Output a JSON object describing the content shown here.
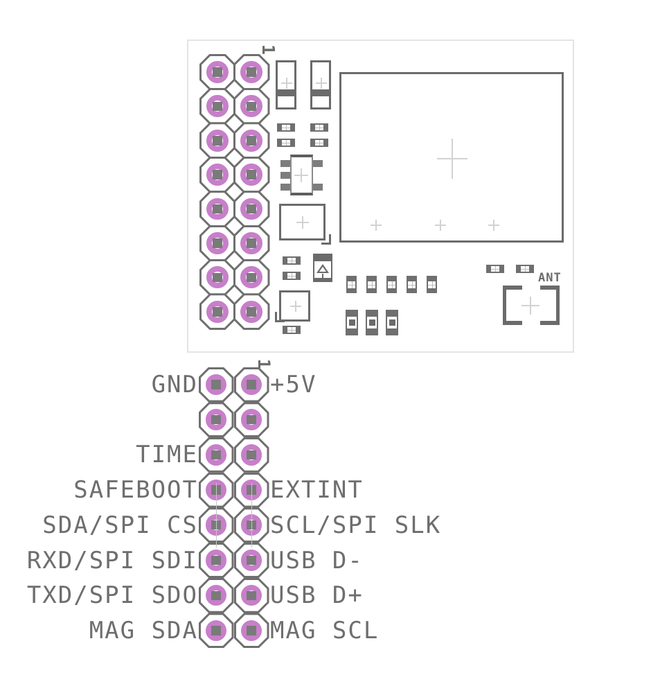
{
  "figure": {
    "description": "PCB footprint and pinout diagram of a 2x8 pin header breakout module"
  },
  "pcb": {
    "pin1_marker": "1",
    "ant_label": "ANT"
  },
  "pinout": {
    "pin1_marker": "1",
    "header": {
      "cols": 2,
      "rows": 8
    },
    "rows": [
      {
        "left": "GND",
        "right": "+5V"
      },
      {
        "left": "",
        "right": ""
      },
      {
        "left": "TIME",
        "right": ""
      },
      {
        "left": "SAFEBOOT",
        "right": "EXTINT"
      },
      {
        "left": "SDA/SPI CS",
        "right": "SCL/SPI SLK"
      },
      {
        "left": "RXD/SPI SDI",
        "right": "USB D-"
      },
      {
        "left": "TXD/SPI SDO",
        "right": "USB D+"
      },
      {
        "left": "MAG SDA",
        "right": "MAG SCL"
      }
    ]
  },
  "colors": {
    "pad_ring": "#c77fc9",
    "pad_center": "#7a7a7a",
    "silkscreen": "#6b6b6b",
    "label_text": "#6e6e6e",
    "fiducial": "#d2d2d2",
    "board_border": "#e4e4e4"
  }
}
